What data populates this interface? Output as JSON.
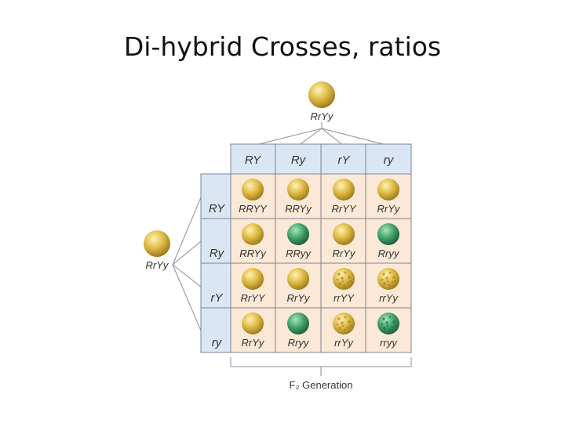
{
  "title": "Di-hybrid Crosses, ratios",
  "top_parent": {
    "genotype": "RrYy"
  },
  "left_parent": {
    "genotype": "RrYy"
  },
  "column_gametes": [
    "RY",
    "Ry",
    "rY",
    "ry"
  ],
  "row_gametes": [
    "RY",
    "Ry",
    "rY",
    "ry"
  ],
  "offspring": [
    [
      {
        "genotype": "RRYY",
        "seed": "round-yellow"
      },
      {
        "genotype": "RRYy",
        "seed": "round-yellow"
      },
      {
        "genotype": "RrYY",
        "seed": "round-yellow"
      },
      {
        "genotype": "RrYy",
        "seed": "round-yellow"
      }
    ],
    [
      {
        "genotype": "RRYy",
        "seed": "round-yellow"
      },
      {
        "genotype": "RRyy",
        "seed": "round-green"
      },
      {
        "genotype": "RrYy",
        "seed": "round-yellow"
      },
      {
        "genotype": "Rryy",
        "seed": "round-green"
      }
    ],
    [
      {
        "genotype": "RrYY",
        "seed": "round-yellow"
      },
      {
        "genotype": "RrYy",
        "seed": "round-yellow"
      },
      {
        "genotype": "rrYY",
        "seed": "wrinkled-yellow"
      },
      {
        "genotype": "rrYy",
        "seed": "wrinkled-yellow"
      }
    ],
    [
      {
        "genotype": "RrYy",
        "seed": "round-yellow"
      },
      {
        "genotype": "Rryy",
        "seed": "round-green"
      },
      {
        "genotype": "rrYy",
        "seed": "wrinkled-yellow"
      },
      {
        "genotype": "rryy",
        "seed": "wrinkled-green"
      }
    ]
  ],
  "generation_label": "F₂ Generation",
  "colors": {
    "yellow": "#d9b33c",
    "yellow_dark": "#a9841c",
    "green": "#3f9f66",
    "green_dark": "#237048",
    "cell_bg": "#fbe8d6",
    "header_bg": "#dbe6f4",
    "grid": "#7d8494"
  }
}
